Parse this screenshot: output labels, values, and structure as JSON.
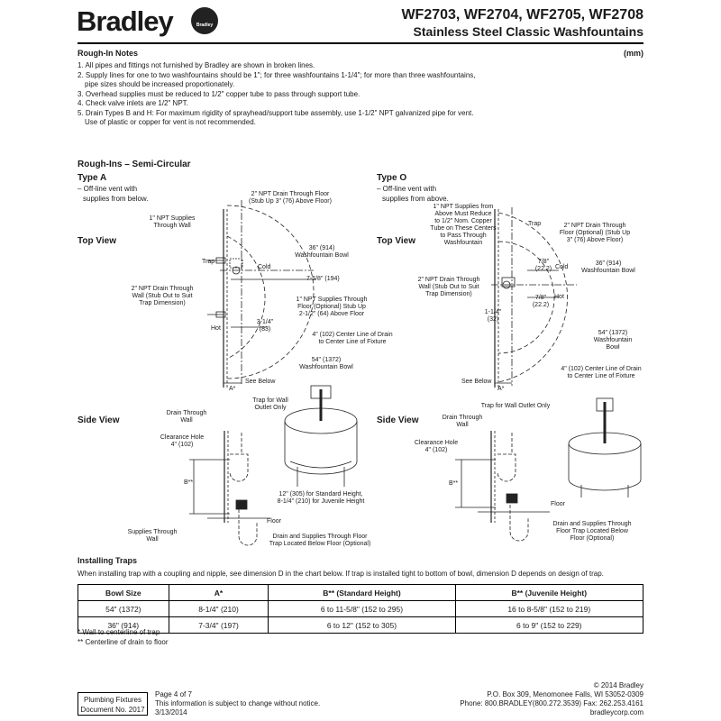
{
  "header": {
    "brand": "Bradley",
    "brand_mark": "Bradley",
    "title_line1": "WF2703, WF2704, WF2705, WF2708",
    "title_line2": "Stainless Steel Classic Washfountains",
    "units": "(mm)"
  },
  "rough_in_notes": {
    "heading": "Rough-In Notes",
    "lines": [
      "1. All pipes and fittings not furnished by Bradley are shown in broken lines.",
      "2. Supply lines for one to two washfountains should be 1\"; for three washfountains 1-1/4\"; for more than three washfountains,",
      "    pipe sizes should be increased proportionately.",
      "3. Overhead supplies must be reduced to 1/2\" copper tube to pass through support tube.",
      "4. Check valve inlets are 1/2\" NPT.",
      "5. Drain Types B and H: For maximum rigidity of sprayhead/support tube assembly, use 1-1/2\" NPT galvanized pipe for vent.",
      "    Use of plastic or copper for vent is not recommended."
    ]
  },
  "rough_ins": {
    "heading": "Rough-Ins – Semi-Circular",
    "type_a": {
      "title": "Type A",
      "sub1": "– Off-line vent with",
      "sub2": "supplies from below."
    },
    "type_o": {
      "title": "Type O",
      "sub1": "– Off-line vent with",
      "sub2": "supplies from above."
    },
    "top_view": "Top View",
    "side_view": "Side View",
    "labels_a_top": {
      "drain_wall_top": "2\" NPT Drain Through Floor",
      "drain_wall_top2": "(Stub Up 3\" (76) Above Floor)",
      "supplies_wall": "1\" NPT Supplies",
      "supplies_wall2": "Through Wall",
      "bowl36": "36\" (914)",
      "bowl36b": "Washfountain Bowl",
      "trap": "Trap",
      "cold": "Cold",
      "dim_758": "7-5/8\" (194)",
      "drain_wall": "2\" NPT Drain Through",
      "drain_wall2": "Wall (Stub Out to Suit",
      "drain_wall3": "Trap Dimension)",
      "supplies_floor": "1\" NPT Supplies Through",
      "supplies_floor2": "Floor (Optional) Stub Up",
      "supplies_floor3": "2-1/2\" (64) Above Floor",
      "dim_314": "3-1/4\"",
      "dim_314b": "(83)",
      "hot": "Hot",
      "centerline": "4\" (102) Center Line of Drain",
      "centerline2": "to Center Line of Fixture",
      "bowl54": "54\" (1372)",
      "bowl54b": "Washfountain Bowl",
      "see_below": "See Below",
      "a_star": "A*"
    },
    "labels_o_top": {
      "supplies_above": "1\" NPT Supplies from",
      "supplies_above2": "Above Must Reduce",
      "supplies_above3": "to 1/2\" Nom. Copper",
      "supplies_above4": "Tube on These Centers",
      "supplies_above5": "to Pass Through",
      "supplies_above6": "Washfountain",
      "trap": "Trap",
      "drain_floor": "2\" NPT Drain Through",
      "drain_floor2": "Floor (Optional) (Stub Up",
      "drain_floor3": "3\" (76) Above Floor)",
      "dim_78a": "7/8\"",
      "dim_78a2": "(22.2)",
      "cold": "Cold",
      "bowl36": "36\" (914)",
      "bowl36b": "Washfountain Bowl",
      "drain_wall": "2\" NPT Drain Through",
      "drain_wall2": "Wall (Stub Out to Suit",
      "drain_wall3": "Trap Dimension)",
      "dim_78b": "7/8\"",
      "dim_78b2": "(22.2)",
      "hot": "Hot",
      "dim_114": "1-1/4\"",
      "dim_114b": "(32)",
      "bowl54": "54\" (1372)",
      "bowl54b": "Washfountain",
      "bowl54c": "Bowl",
      "centerline": "4\" (102) Center Line of Drain",
      "centerline2": "to Center Line of Fixture",
      "see_below": "See Below",
      "a_star": "A*"
    },
    "labels_a_side": {
      "trap_wall": "Trap for Wall",
      "trap_wall2": "Outlet Only",
      "drain_wall": "Drain Through",
      "drain_wall2": "Wall",
      "clearance": "Clearance Hole",
      "clearance2": "4\" (102)",
      "b_star": "B**",
      "height": "12\" (305) for Standard Height,",
      "height2": "8-1/4\" (210) for Juvenile Height",
      "floor": "Floor",
      "supplies": "Supplies Through",
      "supplies2": "Wall",
      "drain_floor": "Drain and Supplies Through Floor",
      "drain_floor2": "Trap Located Below Floor (Optional)"
    },
    "labels_o_side": {
      "trap_wall": "Trap for Wall Outlet Only",
      "drain_wall": "Drain Through",
      "drain_wall2": "Wall",
      "clearance": "Clearance Hole",
      "clearance2": "4\" (102)",
      "b_star": "B**",
      "floor": "Floor",
      "drain_floor": "Drain and Supplies Through",
      "drain_floor2": "Floor Trap Located Below",
      "drain_floor3": "Floor (Optional)"
    }
  },
  "installing_traps": {
    "heading": "Installing Traps",
    "text": "When installing trap with a coupling and nipple, see dimension D in the chart below. If trap is installed tight to bottom of bowl, dimension D depends on design of trap.",
    "columns": [
      "Bowl Size",
      "A*",
      "B** (Standard Height)",
      "B** (Juvenile Height)"
    ],
    "rows": [
      [
        "54\" (1372)",
        "8-1/4\" (210)",
        "6 to 11-5/8\" (152 to 295)",
        "16 to 8-5/8\" (152 to 219)"
      ],
      [
        "36\" (914)",
        "7-3/4\" (197)",
        "6 to 12\" (152 to 305)",
        "6 to 9\" (152 to 229)"
      ]
    ],
    "footnote1": "*   Wall to centerline of trap",
    "footnote2": "** Centerline of drain to floor"
  },
  "footer": {
    "box_line1": "Plumbing Fixtures",
    "box_line2": "Document No. 2017",
    "page": "Page 4 of 7",
    "notice": "This information is subject to change without notice.",
    "date": "3/13/2014",
    "copyright": "© 2014 Bradley",
    "address": "P.O. Box 309, Menomonee Falls, WI 53052-0309",
    "phone": "Phone: 800.BRADLEY(800.272.3539)  Fax: 262.253.4161",
    "web": "bradleycorp.com"
  }
}
